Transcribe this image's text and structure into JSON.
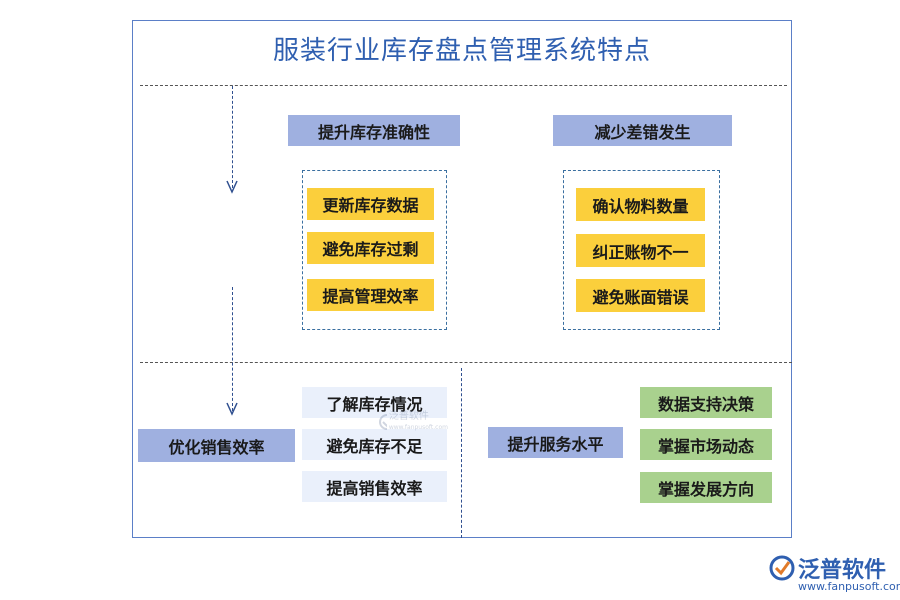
{
  "title": "服装行业库存盘点管理系统特点",
  "top_left": {
    "header": "提升库存准确性",
    "items": [
      "更新库存数据",
      "避免库存过剩",
      "提高管理效率"
    ]
  },
  "top_right": {
    "header": "减少差错发生",
    "items": [
      "确认物料数量",
      "纠正账物不一",
      "避免账面错误"
    ]
  },
  "bottom_left": {
    "header": "优化销售效率",
    "items": [
      "了解库存情况",
      "避免库存不足",
      "提高销售效率"
    ]
  },
  "bottom_right": {
    "header": "提升服务水平",
    "items": [
      "数据支持决策",
      "掌握市场动态",
      "掌握发展方向"
    ]
  },
  "watermark": {
    "name": "泛普软件",
    "url": "www.fanpusoft.com"
  },
  "logo": {
    "name": "泛普软件",
    "url": "www.fanpusoft.com"
  },
  "colors": {
    "header_bg": "#9fb0e0",
    "yellow": "#fbcf3c",
    "green": "#a9d18e",
    "light": "#eaf0fb",
    "title": "#2f5fb0"
  }
}
